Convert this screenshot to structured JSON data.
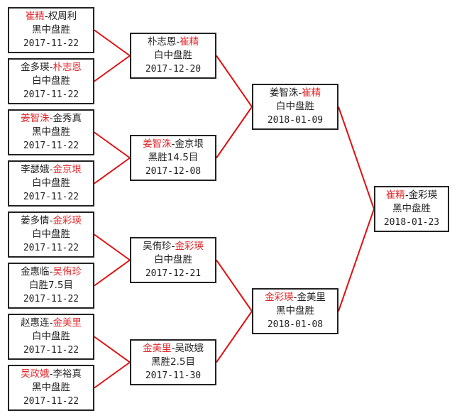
{
  "colors": {
    "winner": "#e0282c",
    "connector": "#e01010",
    "border": "#222222"
  },
  "rounds": [
    [
      {
        "p1": "崔精",
        "p2": "权周利",
        "winner": 1,
        "result": "黑中盘胜",
        "date": "2017-11-22"
      },
      {
        "p1": "金多瑛",
        "p2": "朴志恩",
        "winner": 2,
        "result": "白中盘胜",
        "date": "2017-11-22"
      },
      {
        "p1": "姜智洙",
        "p2": "金秀真",
        "winner": 1,
        "result": "黑中盘胜",
        "date": "2017-11-22"
      },
      {
        "p1": "李瑟娥",
        "p2": "金京垠",
        "winner": 2,
        "result": "白中盘胜",
        "date": "2017-11-22"
      },
      {
        "p1": "姜多情",
        "p2": "金彩瑛",
        "winner": 2,
        "result": "白中盘胜",
        "date": "2017-11-22"
      },
      {
        "p1": "金惠临",
        "p2": "吴侑珍",
        "winner": 2,
        "result": "白胜7.5目",
        "date": "2017-11-22"
      },
      {
        "p1": "赵惠连",
        "p2": "金美里",
        "winner": 2,
        "result": "白中盘胜",
        "date": "2017-11-22"
      },
      {
        "p1": "吴政娥",
        "p2": "李裕真",
        "winner": 1,
        "result": "黑中盘胜",
        "date": "2017-11-22"
      }
    ],
    [
      {
        "p1": "朴志恩",
        "p2": "崔精",
        "winner": 2,
        "result": "白中盘胜",
        "date": "2017-12-20"
      },
      {
        "p1": "姜智洙",
        "p2": "金京垠",
        "winner": 1,
        "result": "黑胜14.5目",
        "date": "2017-12-08"
      },
      {
        "p1": "吴侑珍",
        "p2": "金彩瑛",
        "winner": 2,
        "result": "白中盘胜",
        "date": "2017-12-21"
      },
      {
        "p1": "金美里",
        "p2": "吴政娥",
        "winner": 1,
        "result": "黑胜2.5目",
        "date": "2017-11-30"
      }
    ],
    [
      {
        "p1": "姜智洙",
        "p2": "崔精",
        "winner": 2,
        "result": "白中盘胜",
        "date": "2018-01-09"
      },
      {
        "p1": "金彩瑛",
        "p2": "金美里",
        "winner": 1,
        "result": "黑中盘胜",
        "date": "2018-01-08"
      }
    ],
    [
      {
        "p1": "崔精",
        "p2": "金彩瑛",
        "winner": 1,
        "result": "黑中盘胜",
        "date": "2018-01-23"
      }
    ]
  ],
  "separator": "-"
}
